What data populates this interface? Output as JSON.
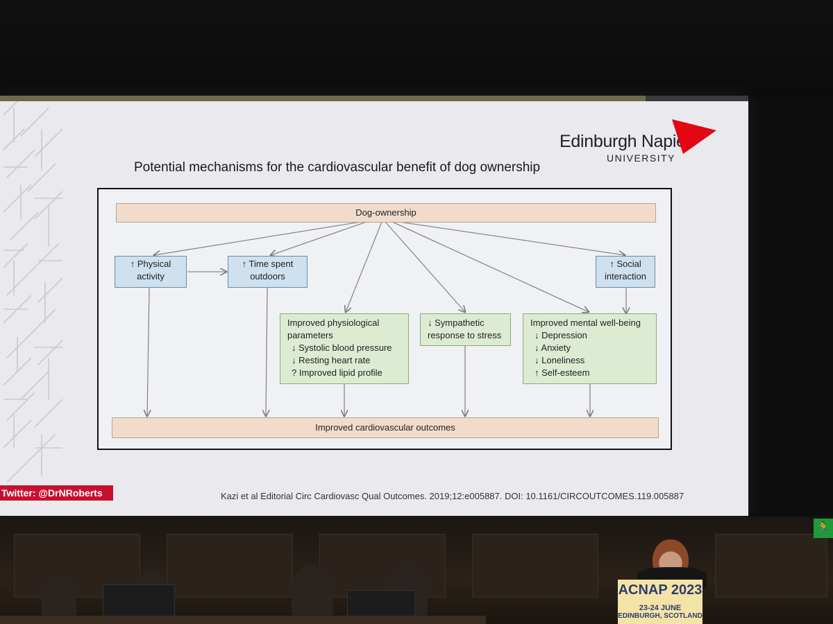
{
  "slide": {
    "title": "Potential mechanisms for the cardiovascular benefit of dog ownership",
    "logo_line1": "Edinburgh Napier",
    "logo_line2": "UNIVERSITY",
    "logo_color": "#e30613",
    "twitter_handle": "Twitter:  @DrNRoberts",
    "citation": "Kazi et al Editorial Circ Cardiovasc Qual Outcomes. 2019;12:e005887. DOI: 10.1161/CIRCOUTCOMES.119.005887"
  },
  "diagram": {
    "top": "Dog-ownership",
    "bottom": "Improved cardiovascular outcomes",
    "physical_activity": [
      "↑ Physical",
      "activity"
    ],
    "time_outdoors": [
      "↑ Time spent",
      "outdoors"
    ],
    "social_interaction": [
      "↑ Social",
      "interaction"
    ],
    "physiological": {
      "heading": [
        "Improved physiological",
        "parameters"
      ],
      "items": [
        "↓ Systolic blood pressure",
        "↓ Resting heart rate",
        "?  Improved lipid profile"
      ]
    },
    "sympathetic": [
      "↓ Sympathetic",
      "response to stress"
    ],
    "mental": {
      "heading": "Improved mental well-being",
      "items": [
        "↓ Depression",
        "↓ Anxiety",
        "↓ Loneliness",
        "↑ Self-esteem"
      ]
    }
  },
  "podium": {
    "title": "ACNAP 2023",
    "dates": "23-24 JUNE",
    "place": "EDINBURGH, SCOTLAND"
  }
}
